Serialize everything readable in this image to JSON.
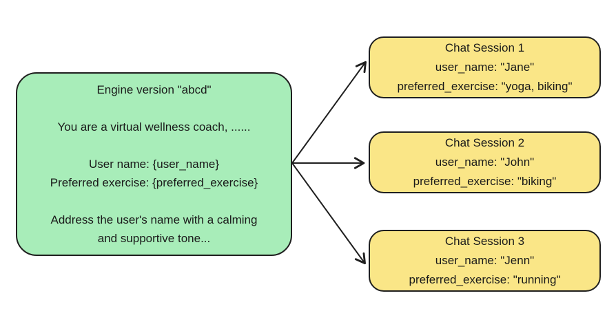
{
  "canvas": {
    "background": "#ffffff",
    "stroke_color": "#1f1f1f",
    "prompt_fill": "#a8edb9",
    "session_fill": "#fae687"
  },
  "prompt_box": {
    "engine_version": "Engine version \"abcd\"",
    "system_prompt_intro": "You are a virtual wellness coach, ......",
    "variables": [
      "User name: {user_name}",
      "Preferred exercise: {preferred_exercise}"
    ],
    "instruction": "Address the user's name with a calming and supportive tone..."
  },
  "chat_sessions": [
    {
      "title": "Chat Session 1",
      "user_name": "user_name: \"Jane\"",
      "preferred_exercise": "preferred_exercise: \"yoga, biking\""
    },
    {
      "title": "Chat Session 2",
      "user_name": "user_name: \"John\"",
      "preferred_exercise": "preferred_exercise: \"biking\""
    },
    {
      "title": "Chat Session 3",
      "user_name": "user_name: \"Jenn\"",
      "preferred_exercise": "preferred_exercise: \"running\""
    }
  ]
}
